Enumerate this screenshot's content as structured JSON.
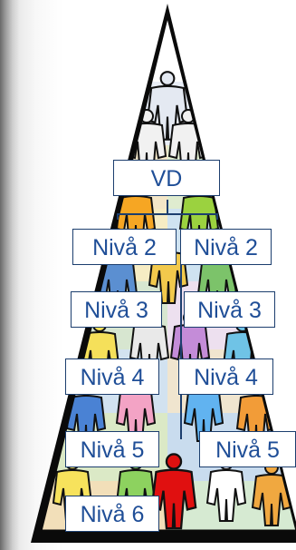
{
  "diagram": {
    "colors": {
      "outline": "#0a0a0a",
      "box_text": "#1f4e97",
      "box_border": "#1c3e6e",
      "connector": "#1c3e6e",
      "highlight_figure": "#e01010"
    },
    "levels": {
      "top": "VD",
      "row2_left": "Nivå 2",
      "row2_right": "Nivå 2",
      "row3_left": "Nivå 3",
      "row3_right": "Nivå 3",
      "row4_left": "Nivå 4",
      "row4_right": "Nivå 4",
      "row5_left": "Nivå 5",
      "row5_right": "Nivå 5",
      "row6_left": "Nivå 6"
    }
  }
}
